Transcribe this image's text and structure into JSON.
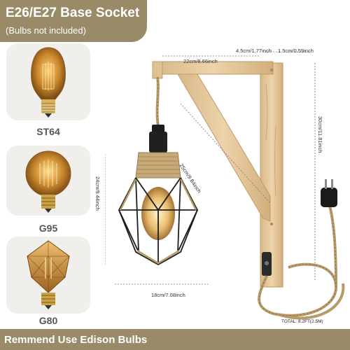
{
  "header": {
    "title": "E26/E27 Base Socket",
    "subtitle": "(Bulbs not included)"
  },
  "bulbs": [
    {
      "name": "ST64"
    },
    {
      "name": "G95"
    },
    {
      "name": "G80"
    }
  ],
  "dimensions": {
    "arm_length": "22cm/8.66inch",
    "bracket_thickness": "4.5cm/1.77inch",
    "plank_width": "1.5cm/0.59inch",
    "diagonal": "25cm/9.84inch",
    "height": "30cm/11.81inch",
    "shade_height": "24cm/9.44inch",
    "shade_width": "18cm/7.08inch",
    "cord_total": "TOTAL: 8.2FT(2.5M)"
  },
  "footer": {
    "text": "Remmend Use Edison Bulbs"
  },
  "colors": {
    "accent": "#9a8b68",
    "wood": "#e3c69a",
    "rope": "#b89a6a"
  }
}
